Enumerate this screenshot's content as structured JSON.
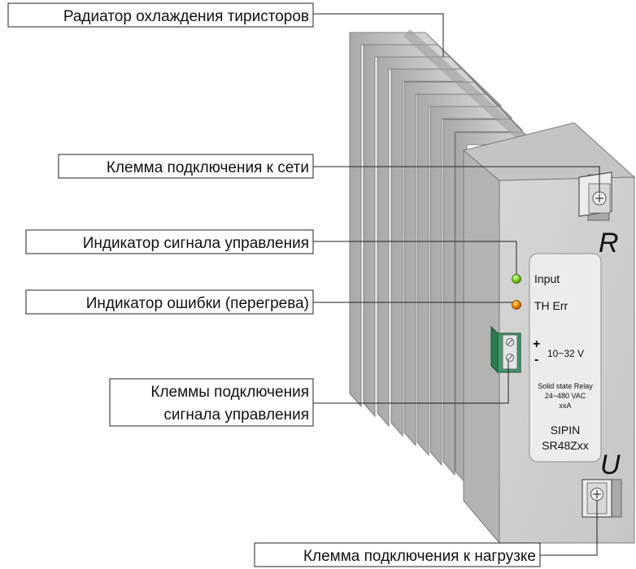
{
  "callouts": {
    "heatsink": "Радиатор охлаждения тиристоров",
    "mains_terminal": "Клемма подключения к сети",
    "control_led": "Индикатор сигнала управления",
    "error_led": "Индикатор ошибки (перегрева)",
    "control_terminals_line1": "Клеммы подключения",
    "control_terminals_line2": "сигнала управления",
    "load_terminal": "Клемма подключения к нагрузке"
  },
  "device": {
    "terminal_r": "R",
    "terminal_u": "U",
    "led_input_label": "Input",
    "led_error_label": "TH Err",
    "plus_sign": "+",
    "minus_sign": "-",
    "control_voltage": "10~32 V",
    "spec_line1": "Solid state Relay",
    "spec_line2": "24~480 VAC",
    "spec_line3": "xxA",
    "brand": "SIPIN",
    "model": "SR48Zxx"
  },
  "colors": {
    "led_input": "#7ed321",
    "led_error": "#f08a00",
    "terminal_block": "#3e9a6a",
    "body_gray": "#d2d2d2"
  }
}
